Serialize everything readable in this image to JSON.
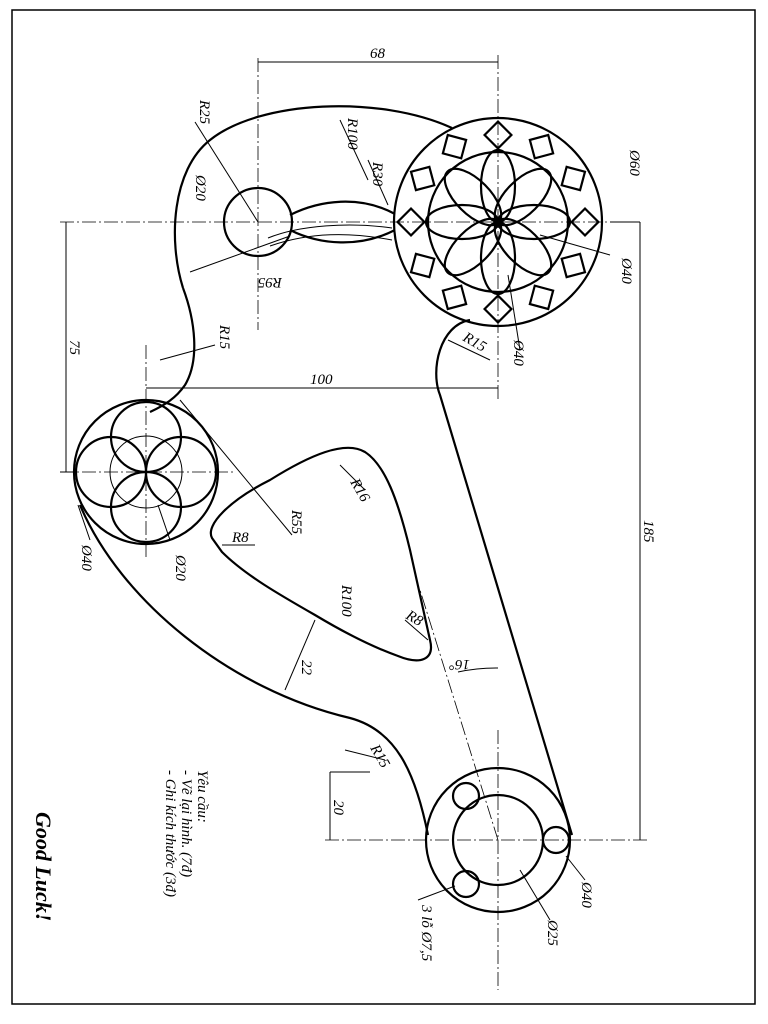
{
  "dimensions": {
    "d68": "68",
    "d100": "100",
    "d75": "75",
    "d185": "185",
    "d20": "20",
    "d22": "22",
    "r25": "R25",
    "r100_top": "R100",
    "r30": "R30",
    "d60": "Ø60",
    "d20_top": "Ø20",
    "r95": "R95",
    "d40_right": "Ø40",
    "d40_inner": "Ø40",
    "r15_right": "R15",
    "r15_left": "R15",
    "r16": "R16",
    "r8_left": "R8",
    "r55": "R55",
    "d40_left": "Ø40",
    "d20_left": "Ø20",
    "r100_mid": "R100",
    "r8_right": "R8",
    "angle16": "16°",
    "r15_bottom": "R15",
    "d40_bottom": "Ø40",
    "d25": "Ø25",
    "holes": "3 lỗ Ø7,5"
  },
  "notes": {
    "title": "Yêu cầu:",
    "line1": "- Vẽ lại hình. (7đ)",
    "line2": "- Ghi kích thước (3đ)"
  },
  "footer": "Good Luck!"
}
